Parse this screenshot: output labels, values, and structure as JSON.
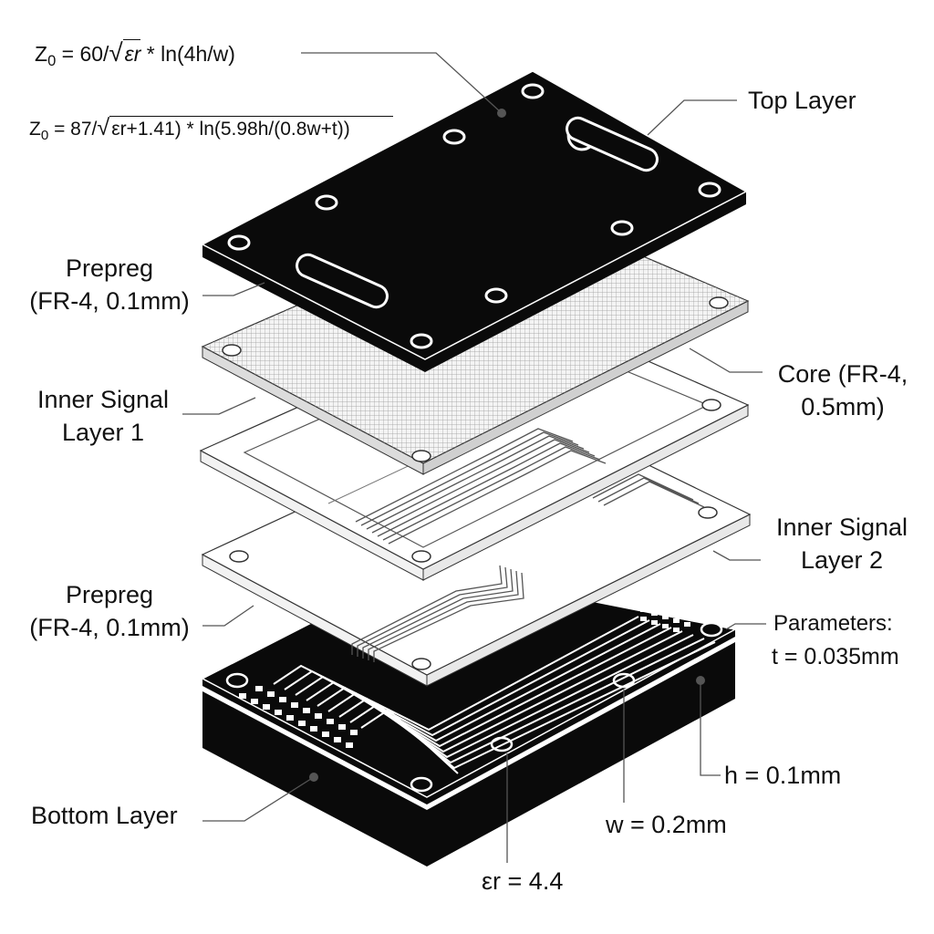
{
  "formulas": {
    "microstrip": {
      "prefix": "Z",
      "sub": "0",
      "mid": " = 60/",
      "radicand": "εr",
      "suffix": " * ln(4h/w)"
    },
    "stripline": {
      "prefix": "Z",
      "sub": "0",
      "mid": " = 87/",
      "radicand": "εr+1.41)",
      "suffix": " * ln(5.98h/(0.8w+t))"
    }
  },
  "layers": {
    "top": "Top Layer",
    "prepreg_top": [
      "Prepreg",
      "(FR-4, 0.1mm)"
    ],
    "inner1": [
      "Inner Signal",
      "Layer 1"
    ],
    "core": [
      "Core (FR-4,",
      "0.5mm)"
    ],
    "inner2": [
      "Inner Signal",
      "Layer 2"
    ],
    "prepreg_bottom": [
      "Prepreg",
      "(FR-4, 0.1mm)"
    ],
    "bottom": "Bottom Layer"
  },
  "parameters": {
    "title": "Parameters:",
    "t": "t = 0.035mm",
    "h": "h = 0.1mm",
    "w": "w = 0.2mm",
    "er": "εr = 4.4"
  },
  "colors": {
    "ink": "#111111",
    "board": "#0a0a0a",
    "substrate": "#ffffff",
    "leader": "#555555"
  }
}
